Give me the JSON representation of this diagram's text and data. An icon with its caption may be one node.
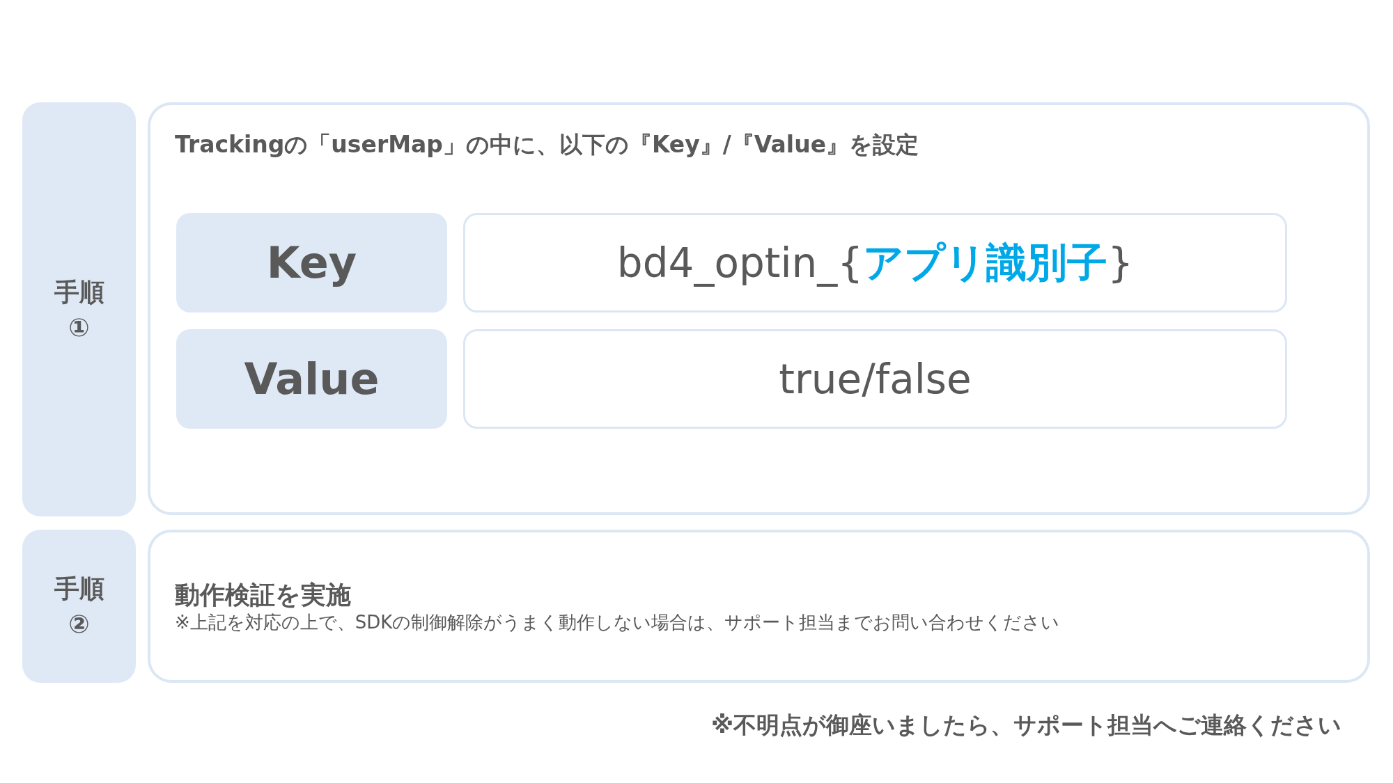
{
  "diagram": {
    "nodes": [
      {
        "text": [
          "手順①"
        ]
      },
      {
        "text": [
          "Trackingの「userMap」の中に、以下の『Key』/『Value』を設定"
        ]
      },
      {
        "text": [
          "Key"
        ],
        "in": 1
      },
      {
        "text": [
          "bd4_optin_{**アプリ識別子**}"
        ],
        "in": 1
      },
      {
        "text": [
          "Value"
        ],
        "in": 1
      },
      {
        "text": [
          "true/false"
        ],
        "in": 1
      },
      {
        "text": [
          "手順②"
        ]
      },
      {
        "text": [
          "動作検証を実施",
          "※上記を対応の上で、SDKの制御解除がうまく動作しない場合は、サポート担当までお問い合わせください"
        ]
      }
    ],
    "labels": [
      "※不明点が御座いましたら、サポート担当へご連絡ください"
    ]
  }
}
